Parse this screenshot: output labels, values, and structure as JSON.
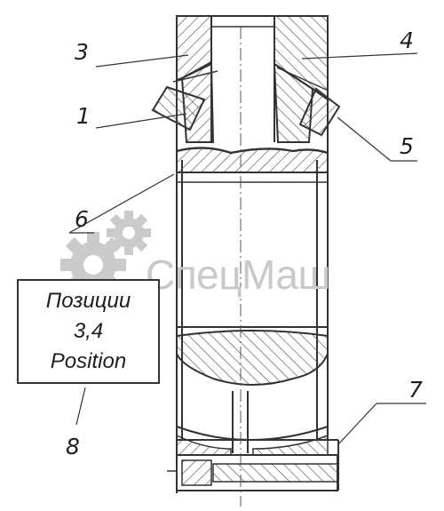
{
  "callouts": {
    "n1": "1",
    "n3": "3",
    "n4": "4",
    "n5": "5",
    "n6": "6",
    "n7": "7",
    "n8": "8"
  },
  "note": {
    "line1": "Позиции",
    "line2": "3,4",
    "line3": "Position"
  },
  "watermark": {
    "text": "СпецМаш",
    "icon": "gears-icon",
    "color": "#c9c9c9"
  },
  "colors": {
    "line": "#333333",
    "hatch": "#555555"
  }
}
